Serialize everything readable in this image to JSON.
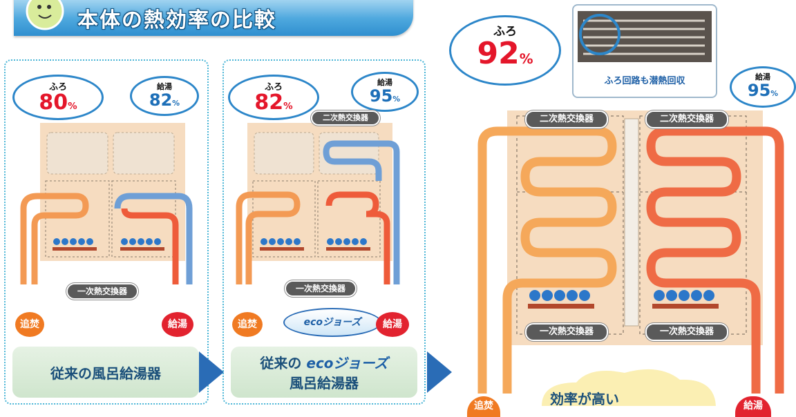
{
  "header": {
    "title": "本体の熱効率の比較"
  },
  "panel1": {
    "furo_label": "ふろ",
    "furo_value": "80",
    "furo_unit": "%",
    "kyuto_label": "給湯",
    "kyuto_value": "82",
    "kyuto_unit": "%",
    "primary_exchanger": "一次熱交換器",
    "left_button": "追焚",
    "right_button": "給湯",
    "caption": "従来の風呂給湯器"
  },
  "panel2": {
    "furo_label": "ふろ",
    "furo_value": "82",
    "furo_unit": "%",
    "kyuto_label": "給湯",
    "kyuto_value": "95",
    "kyuto_unit": "%",
    "secondary_exchanger": "二次熱交換器",
    "primary_exchanger": "一次熱交換器",
    "eco_logo": "ecoジョーズ",
    "left_button": "追焚",
    "right_button": "給湯",
    "caption_line1": "従来の",
    "caption_logo": "ecoジョーズ",
    "caption_line2": "風呂給湯器"
  },
  "panel3": {
    "furo_label": "ふろ",
    "furo_value": "92",
    "furo_unit": "%",
    "kyuto_label": "給湯",
    "kyuto_value": "95",
    "kyuto_unit": "%",
    "inset_caption": "ふろ回路も潜熱回収",
    "secondary_left": "二次熱交換器",
    "secondary_right": "二次熱交換器",
    "primary_left": "一次熱交換器",
    "primary_right": "一次熱交換器",
    "cloud_text": "効率が高い",
    "left_button": "追焚",
    "right_button": "給湯"
  },
  "colors": {
    "accent_blue": "#2c86c9",
    "red": "#e4162a",
    "orange": "#f07a22",
    "caption_bg": "#d6e9d4"
  }
}
